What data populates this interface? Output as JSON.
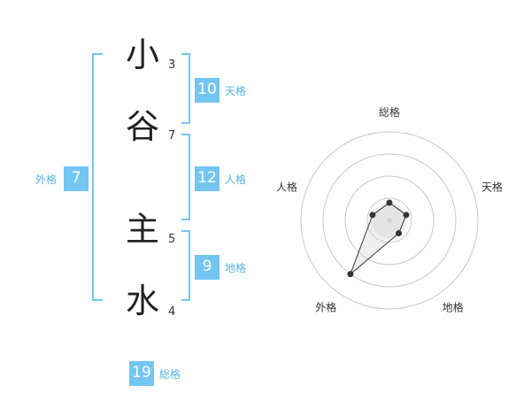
{
  "name": {
    "chars": [
      {
        "char": "小",
        "strokes": "3"
      },
      {
        "char": "谷",
        "strokes": "7"
      },
      {
        "char": "主",
        "strokes": "5"
      },
      {
        "char": "水",
        "strokes": "4"
      }
    ]
  },
  "kaku": {
    "tenkaku": {
      "value": "10",
      "label": "天格"
    },
    "jinkaku": {
      "value": "12",
      "label": "人格"
    },
    "chikaku": {
      "value": "9",
      "label": "地格"
    },
    "gaikaku": {
      "value": "7",
      "label": "外格"
    },
    "soukaku": {
      "value": "19",
      "label": "総格"
    }
  },
  "colors": {
    "accent": "#74c6f2",
    "label": "#56b3e6"
  },
  "chart_data": {
    "type": "radar",
    "axes": [
      "総格",
      "天格",
      "地格",
      "外格",
      "人格"
    ],
    "values": [
      0.2,
      0.2,
      0.18,
      0.75,
      0.2
    ],
    "max": 1,
    "rings": 4
  }
}
